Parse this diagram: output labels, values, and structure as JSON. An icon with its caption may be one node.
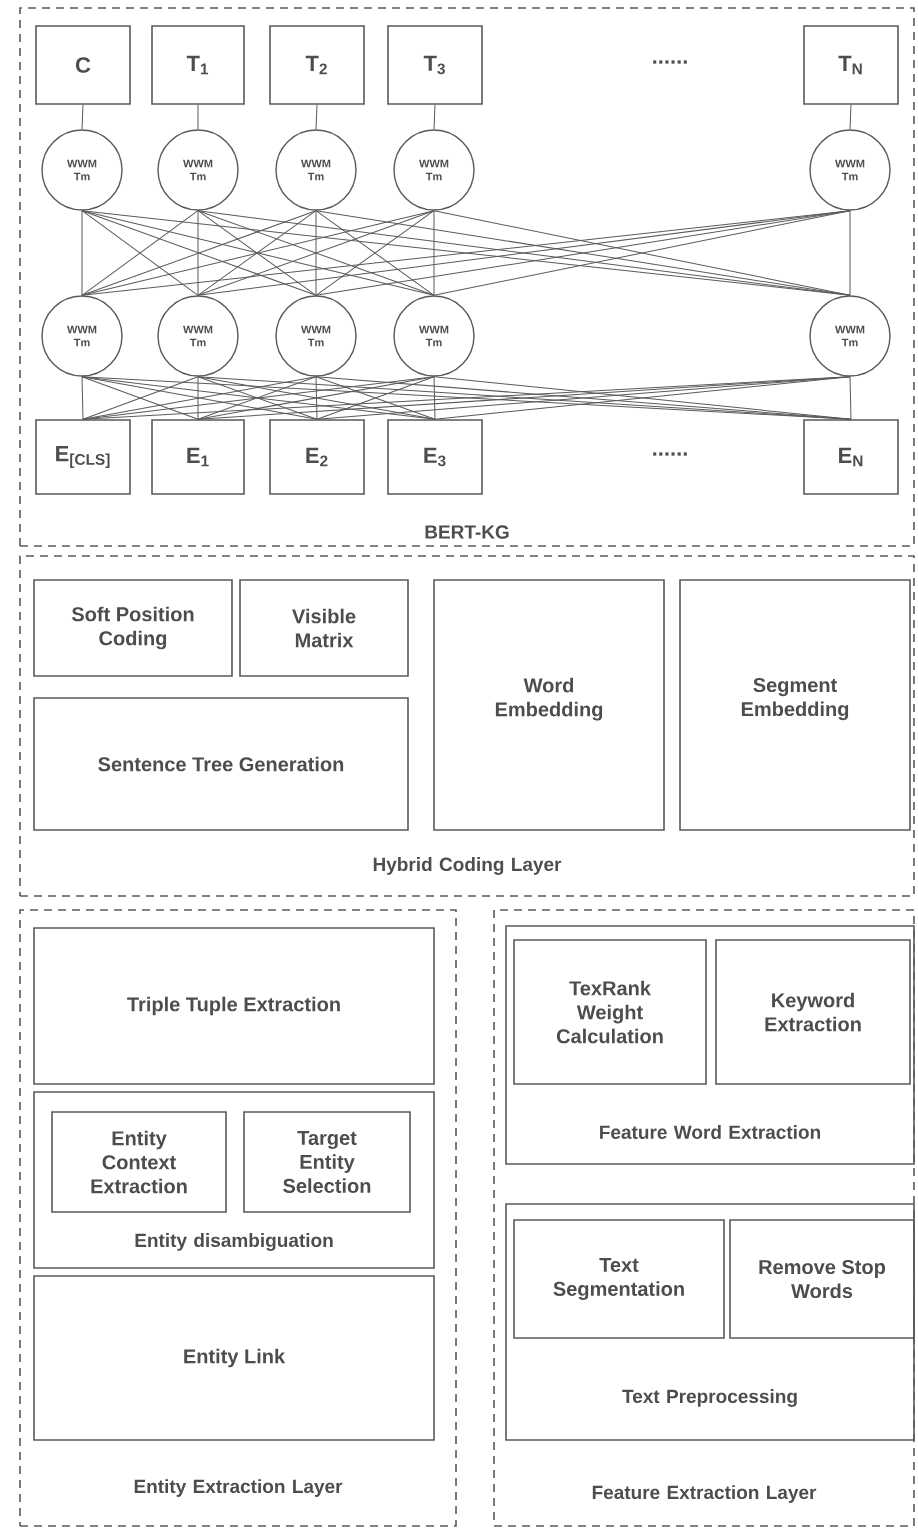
{
  "diagram": {
    "nodes": [
      {
        "text": [
          "BERT-KG"
        ]
      },
      {
        "text": [
          "C"
        ],
        "in": 0
      },
      {
        "text": [
          "T$_{1}$"
        ],
        "in": 0
      },
      {
        "text": [
          "T$_{2}$"
        ],
        "in": 0
      },
      {
        "text": [
          "T$_{3}$"
        ],
        "in": 0
      },
      {
        "text": [
          "T$_{N}$"
        ],
        "in": 0
      },
      {
        "text": [
          "WWM Tm"
        ],
        "in": 0
      },
      {
        "text": [
          "WWM Tm"
        ],
        "in": 0
      },
      {
        "text": [
          "WWM Tm"
        ],
        "in": 0
      },
      {
        "text": [
          "WWM Tm"
        ],
        "in": 0
      },
      {
        "text": [
          "WWM Tm"
        ],
        "in": 0
      },
      {
        "text": [
          "WWM Tm"
        ],
        "in": 0
      },
      {
        "text": [
          "WWM Tm"
        ],
        "in": 0
      },
      {
        "text": [
          "WWM Tm"
        ],
        "in": 0
      },
      {
        "text": [
          "WWM Tm"
        ],
        "in": 0
      },
      {
        "text": [
          "WWM Tm"
        ],
        "in": 0
      },
      {
        "text": [
          "E$_{[CLS]}$"
        ],
        "in": 0
      },
      {
        "text": [
          "E$_{1}$"
        ],
        "in": 0
      },
      {
        "text": [
          "E$_{2}$"
        ],
        "in": 0
      },
      {
        "text": [
          "E$_{3}$"
        ],
        "in": 0
      },
      {
        "text": [
          "E$_{N}$"
        ],
        "in": 0
      },
      {
        "text": [
          "Hybrid Coding Layer"
        ]
      },
      {
        "text": [
          "Soft Position Coding"
        ],
        "in": 21
      },
      {
        "text": [
          "Visible Matrix"
        ],
        "in": 21
      },
      {
        "text": [
          "Sentence Tree Generation"
        ],
        "in": 21
      },
      {
        "text": [
          "Word Embedding"
        ],
        "in": 21
      },
      {
        "text": [
          "Segment Embedding"
        ],
        "in": 21
      },
      {
        "text": [
          "Entity Extraction Layer"
        ]
      },
      {
        "text": [
          "Triple Tuple Extraction"
        ],
        "in": 27
      },
      {
        "text": [
          "Entity disambiguation"
        ],
        "in": 27
      },
      {
        "text": [
          "Entity Context Extraction"
        ],
        "in": 29
      },
      {
        "text": [
          "Target Entity Selection"
        ],
        "in": 29
      },
      {
        "text": [
          "Entity Link"
        ],
        "in": 27
      },
      {
        "text": [
          "Feature Extraction Layer"
        ]
      },
      {
        "text": [
          "Feature Word Extraction"
        ],
        "in": 33
      },
      {
        "text": [
          "TexRank Weight Calculation"
        ],
        "in": 34
      },
      {
        "text": [
          "Keyword Extraction"
        ],
        "in": 34
      },
      {
        "text": [
          "Text Preprocessing"
        ],
        "in": 33
      },
      {
        "text": [
          "Text Segmentation"
        ],
        "in": 37
      },
      {
        "text": [
          "Remove Stop Words"
        ],
        "in": 37
      }
    ],
    "edges": [
      {
        "from": 1,
        "to": 6,
        "arrow": "none"
      },
      {
        "from": 2,
        "to": 7,
        "arrow": "none"
      },
      {
        "from": 3,
        "to": 8,
        "arrow": "none"
      },
      {
        "from": 4,
        "to": 9,
        "arrow": "none"
      },
      {
        "from": 5,
        "to": 10,
        "arrow": "none"
      },
      {
        "from": 6,
        "to": 11,
        "arrow": "none"
      },
      {
        "from": 6,
        "to": 12,
        "arrow": "none"
      },
      {
        "from": 6,
        "to": 13,
        "arrow": "none"
      },
      {
        "from": 6,
        "to": 14,
        "arrow": "none"
      },
      {
        "from": 6,
        "to": 15,
        "arrow": "none"
      },
      {
        "from": 7,
        "to": 11,
        "arrow": "none"
      },
      {
        "from": 7,
        "to": 12,
        "arrow": "none"
      },
      {
        "from": 7,
        "to": 13,
        "arrow": "none"
      },
      {
        "from": 7,
        "to": 14,
        "arrow": "none"
      },
      {
        "from": 7,
        "to": 15,
        "arrow": "none"
      },
      {
        "from": 8,
        "to": 11,
        "arrow": "none"
      },
      {
        "from": 8,
        "to": 12,
        "arrow": "none"
      },
      {
        "from": 8,
        "to": 13,
        "arrow": "none"
      },
      {
        "from": 8,
        "to": 14,
        "arrow": "none"
      },
      {
        "from": 8,
        "to": 15,
        "arrow": "none"
      },
      {
        "from": 9,
        "to": 11,
        "arrow": "none"
      },
      {
        "from": 9,
        "to": 12,
        "arrow": "none"
      },
      {
        "from": 9,
        "to": 13,
        "arrow": "none"
      },
      {
        "from": 9,
        "to": 14,
        "arrow": "none"
      },
      {
        "from": 9,
        "to": 15,
        "arrow": "none"
      },
      {
        "from": 10,
        "to": 11,
        "arrow": "none"
      },
      {
        "from": 10,
        "to": 12,
        "arrow": "none"
      },
      {
        "from": 10,
        "to": 13,
        "arrow": "none"
      },
      {
        "from": 10,
        "to": 14,
        "arrow": "none"
      },
      {
        "from": 10,
        "to": 15,
        "arrow": "none"
      },
      {
        "from": 11,
        "to": 16,
        "arrow": "none"
      },
      {
        "from": 11,
        "to": 17,
        "arrow": "none"
      },
      {
        "from": 11,
        "to": 18,
        "arrow": "none"
      },
      {
        "from": 11,
        "to": 19,
        "arrow": "none"
      },
      {
        "from": 11,
        "to": 20,
        "arrow": "none"
      },
      {
        "from": 12,
        "to": 16,
        "arrow": "none"
      },
      {
        "from": 12,
        "to": 17,
        "arrow": "none"
      },
      {
        "from": 12,
        "to": 18,
        "arrow": "none"
      },
      {
        "from": 12,
        "to": 19,
        "arrow": "none"
      },
      {
        "from": 12,
        "to": 20,
        "arrow": "none"
      },
      {
        "from": 13,
        "to": 16,
        "arrow": "none"
      },
      {
        "from": 13,
        "to": 17,
        "arrow": "none"
      },
      {
        "from": 13,
        "to": 18,
        "arrow": "none"
      },
      {
        "from": 13,
        "to": 19,
        "arrow": "none"
      },
      {
        "from": 13,
        "to": 20,
        "arrow": "none"
      },
      {
        "from": 14,
        "to": 16,
        "arrow": "none"
      },
      {
        "from": 14,
        "to": 17,
        "arrow": "none"
      },
      {
        "from": 14,
        "to": 18,
        "arrow": "none"
      },
      {
        "from": 14,
        "to": 19,
        "arrow": "none"
      },
      {
        "from": 14,
        "to": 20,
        "arrow": "none"
      },
      {
        "from": 15,
        "to": 16,
        "arrow": "none"
      },
      {
        "from": 15,
        "to": 17,
        "arrow": "none"
      },
      {
        "from": 15,
        "to": 18,
        "arrow": "none"
      },
      {
        "from": 15,
        "to": 19,
        "arrow": "none"
      },
      {
        "from": 15,
        "to": 20,
        "arrow": "none"
      }
    ],
    "labels": [
      "......",
      "......"
    ]
  }
}
